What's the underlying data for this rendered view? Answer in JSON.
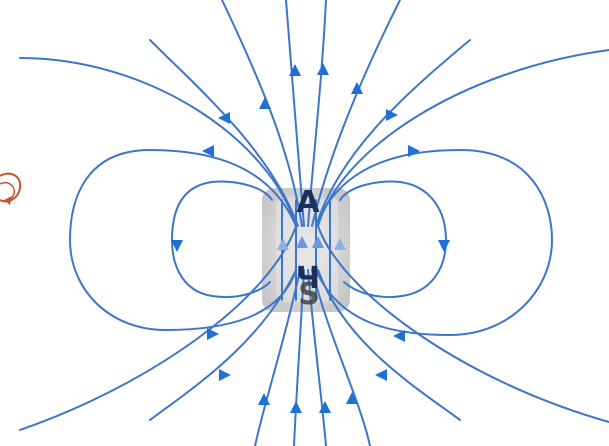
{
  "magnet": {
    "top_label": "A",
    "bottom_label": "Ч",
    "bottom_label_back": "S"
  },
  "colors": {
    "field_line": "#3d76c8",
    "arrow": "#1f6fd4",
    "magnet_fill": "#dadada",
    "label_top": "#1b2f5e",
    "label_bottom": "#1b2f5e",
    "loop_icon": "#c2572a"
  },
  "icons": {
    "left_edge": "orange-loop-arrow-icon"
  }
}
